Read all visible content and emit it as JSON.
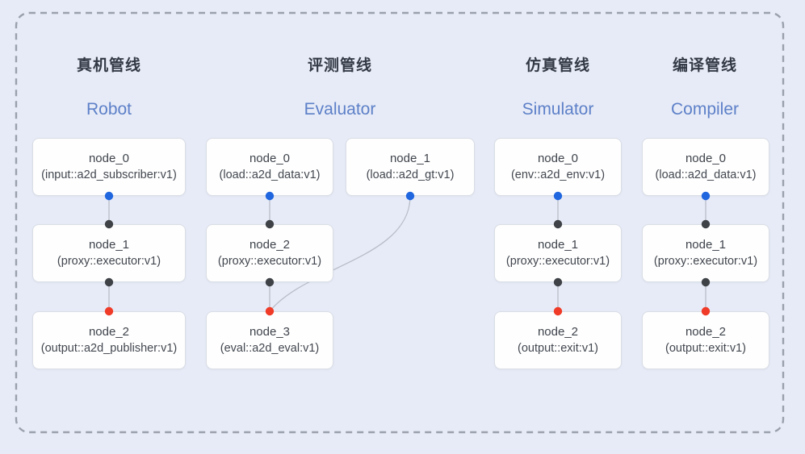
{
  "diagram": {
    "type": "pipeline-node-graph",
    "background": "#e7ebf7",
    "frame_border_color": "#9aa1ad",
    "edge_color": "#b7bdc8",
    "node_box": {
      "bg": "#fefefe",
      "border": "#d9dde4",
      "text_color": "#3e434b"
    },
    "header_colors": {
      "chinese": "#333a46",
      "english": "#5d80c8"
    },
    "port_colors": {
      "source_output": "#2066df",
      "executor_port": "#3f4347",
      "sink_input": "#ef3b27"
    }
  },
  "pipelines": [
    {
      "id": "robot",
      "label_cn": "真机管线",
      "label_en": "Robot",
      "nodes": [
        {
          "name": "node_0",
          "type": "(input::a2d_subscriber:v1)"
        },
        {
          "name": "node_1",
          "type": "(proxy::executor:v1)"
        },
        {
          "name": "node_2",
          "type": "(output::a2d_publisher:v1)"
        }
      ]
    },
    {
      "id": "evaluator",
      "label_cn": "评测管线",
      "label_en": "Evaluator",
      "nodes": [
        {
          "name": "node_0",
          "type": "(load::a2d_data:v1)"
        },
        {
          "name": "node_1",
          "type": "(load::a2d_gt:v1)"
        },
        {
          "name": "node_2",
          "type": "(proxy::executor:v1)"
        },
        {
          "name": "node_3",
          "type": "(eval::a2d_eval:v1)"
        }
      ]
    },
    {
      "id": "simulator",
      "label_cn": "仿真管线",
      "label_en": "Simulator",
      "nodes": [
        {
          "name": "node_0",
          "type": "(env::a2d_env:v1)"
        },
        {
          "name": "node_1",
          "type": "(proxy::executor:v1)"
        },
        {
          "name": "node_2",
          "type": "(output::exit:v1)"
        }
      ]
    },
    {
      "id": "compiler",
      "label_cn": "编译管线",
      "label_en": "Compiler",
      "nodes": [
        {
          "name": "node_0",
          "type": "(load::a2d_data:v1)"
        },
        {
          "name": "node_1",
          "type": "(proxy::executor:v1)"
        },
        {
          "name": "node_2",
          "type": "(output::exit:v1)"
        }
      ]
    }
  ],
  "edges": [
    {
      "from": "robot.node_0",
      "to": "robot.node_1"
    },
    {
      "from": "robot.node_1",
      "to": "robot.node_2"
    },
    {
      "from": "evaluator.node_0",
      "to": "evaluator.node_2"
    },
    {
      "from": "evaluator.node_1",
      "to": "evaluator.node_3"
    },
    {
      "from": "evaluator.node_2",
      "to": "evaluator.node_3"
    },
    {
      "from": "simulator.node_0",
      "to": "simulator.node_1"
    },
    {
      "from": "simulator.node_1",
      "to": "simulator.node_2"
    },
    {
      "from": "compiler.node_0",
      "to": "compiler.node_1"
    },
    {
      "from": "compiler.node_1",
      "to": "compiler.node_2"
    }
  ]
}
